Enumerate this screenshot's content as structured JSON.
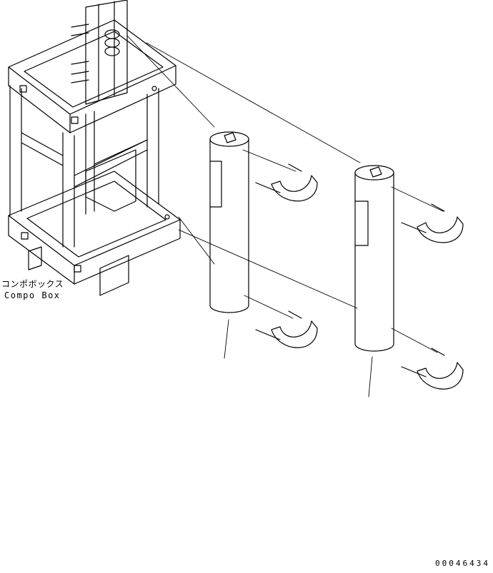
{
  "labels": {
    "component_jp": "コンポボックス",
    "component_en": "Compo Box",
    "drawing_number": "00046434"
  }
}
